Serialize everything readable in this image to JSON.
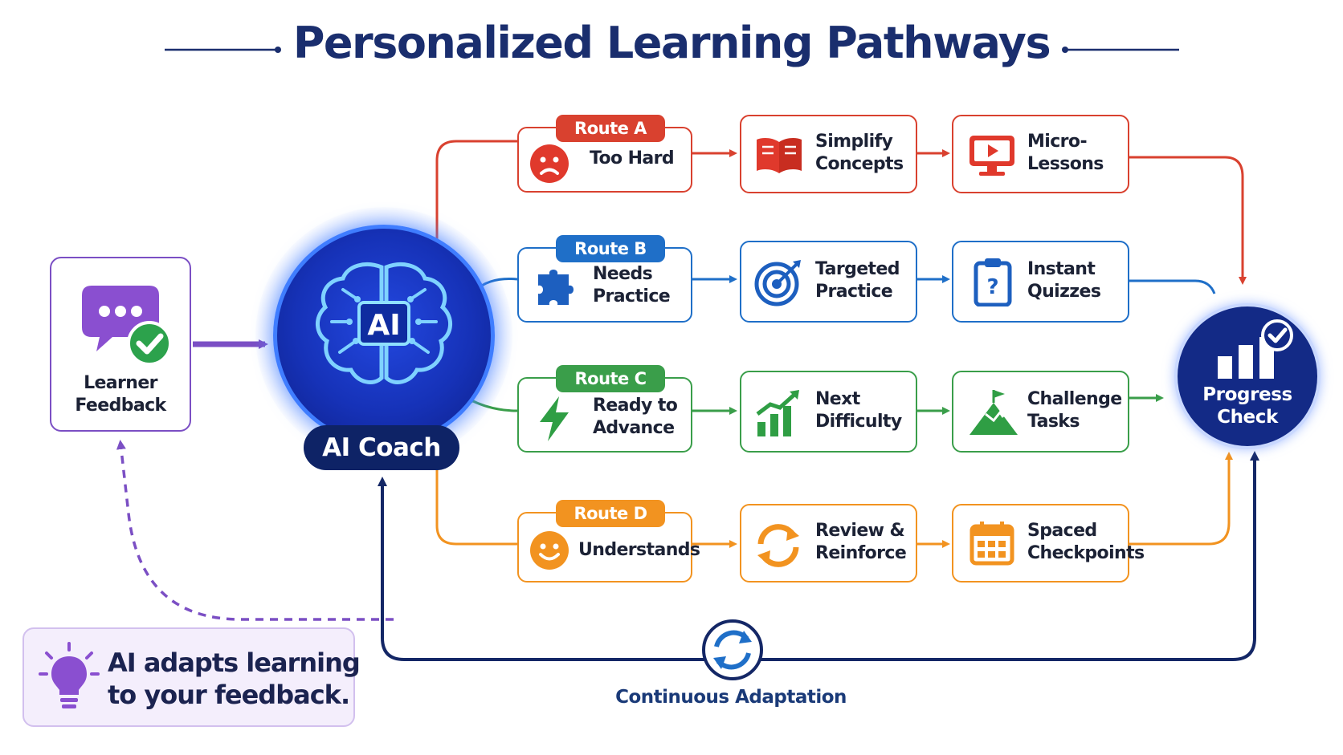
{
  "title": "Personalized Learning Pathways",
  "colors": {
    "route_a": "#d9412f",
    "route_b": "#1f6fc8",
    "route_c": "#3a9e4a",
    "route_d": "#f29320",
    "feedback": "#7b4fc4",
    "navy": "#142766"
  },
  "learner_feedback": {
    "label": [
      "Learner",
      "Feedback"
    ],
    "icon": "chat-check-icon"
  },
  "ai_coach": {
    "badge": "AI",
    "label": "AI Coach",
    "icon": "brain-circuit-icon"
  },
  "routes": [
    {
      "tag": "Route A",
      "condition": {
        "label": [
          "Too Hard"
        ],
        "icon": "sad-face-icon"
      },
      "steps": [
        {
          "label": [
            "Simplify",
            "Concepts"
          ],
          "icon": "open-book-icon"
        },
        {
          "label": [
            "Micro-",
            "Lessons"
          ],
          "icon": "video-monitor-icon"
        }
      ]
    },
    {
      "tag": "Route B",
      "condition": {
        "label": [
          "Needs",
          "Practice"
        ],
        "icon": "puzzle-icon"
      },
      "steps": [
        {
          "label": [
            "Targeted",
            "Practice"
          ],
          "icon": "target-icon"
        },
        {
          "label": [
            "Instant",
            "Quizzes"
          ],
          "icon": "quiz-clipboard-icon"
        }
      ]
    },
    {
      "tag": "Route C",
      "condition": {
        "label": [
          "Ready to",
          "Advance"
        ],
        "icon": "lightning-icon"
      },
      "steps": [
        {
          "label": [
            "Next",
            "Difficulty"
          ],
          "icon": "growth-chart-icon"
        },
        {
          "label": [
            "Challenge",
            "Tasks"
          ],
          "icon": "mountain-flag-icon"
        }
      ]
    },
    {
      "tag": "Route D",
      "condition": {
        "label": [
          "Understands"
        ],
        "icon": "smile-face-icon"
      },
      "steps": [
        {
          "label": [
            "Review &",
            "Reinforce"
          ],
          "icon": "cycle-arrows-icon"
        },
        {
          "label": [
            "Spaced",
            "Checkpoints"
          ],
          "icon": "calendar-icon"
        }
      ]
    }
  ],
  "progress_check": {
    "label": [
      "Progress",
      "Check"
    ],
    "icon": "bar-chart-check-icon"
  },
  "loop": {
    "label": "Continuous Adaptation",
    "icon": "refresh-icon"
  },
  "note": {
    "label": [
      "AI adapts learning",
      "to your feedback."
    ],
    "icon": "lightbulb-icon"
  }
}
